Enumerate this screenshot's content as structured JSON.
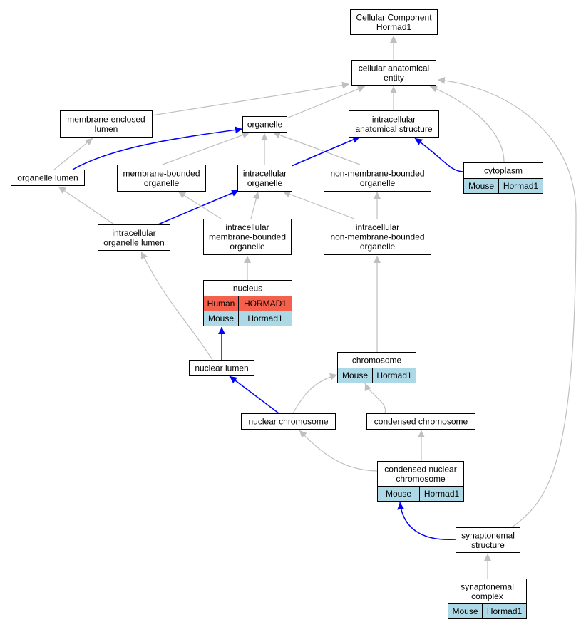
{
  "colors": {
    "gray_edge": "#bfbfbf",
    "blue_edge": "#0000ff",
    "human_fill": "#f4604c",
    "mouse_fill": "#add8e6",
    "node_fill": "#ffffff",
    "node_stroke": "#000000"
  },
  "nodes": {
    "cellular_component_hormad1": {
      "lines": [
        "Cellular Component",
        "Hormad1"
      ]
    },
    "cellular_anatomical_entity": {
      "lines": [
        "cellular anatomical",
        "entity"
      ]
    },
    "membrane_enclosed_lumen": {
      "lines": [
        "membrane-enclosed",
        "lumen"
      ]
    },
    "organelle": {
      "lines": [
        "organelle"
      ]
    },
    "intracellular_anatomical_structure": {
      "lines": [
        "intracellular",
        "anatomical structure"
      ]
    },
    "organelle_lumen": {
      "lines": [
        "organelle lumen"
      ]
    },
    "membrane_bounded_organelle": {
      "lines": [
        "membrane-bounded",
        "organelle"
      ]
    },
    "intracellular_organelle": {
      "lines": [
        "intracellular",
        "organelle"
      ]
    },
    "non_membrane_bounded_organelle": {
      "lines": [
        "non-membrane-bounded",
        "organelle"
      ]
    },
    "cytoplasm": {
      "lines": [
        "cytoplasm"
      ],
      "rows": [
        [
          "Mouse",
          "Hormad1"
        ]
      ]
    },
    "intracellular_organelle_lumen": {
      "lines": [
        "intracellular",
        "organelle lumen"
      ]
    },
    "intracellular_membrane_bounded_organelle": {
      "lines": [
        "intracellular",
        "membrane-bounded",
        "organelle"
      ]
    },
    "intracellular_non_membrane_bounded_organelle": {
      "lines": [
        "intracellular",
        "non-membrane-bounded",
        "organelle"
      ]
    },
    "nucleus": {
      "lines": [
        "nucleus"
      ],
      "rows": [
        [
          "Human",
          "HORMAD1"
        ],
        [
          "Mouse",
          "Hormad1"
        ]
      ]
    },
    "nuclear_lumen": {
      "lines": [
        "nuclear lumen"
      ]
    },
    "chromosome": {
      "lines": [
        "chromosome"
      ],
      "rows": [
        [
          "Mouse",
          "Hormad1"
        ]
      ]
    },
    "condensed_chromosome": {
      "lines": [
        "condensed chromosome"
      ]
    },
    "nuclear_chromosome": {
      "lines": [
        "nuclear chromosome"
      ]
    },
    "condensed_nuclear_chromosome": {
      "lines": [
        "condensed nuclear",
        "chromosome"
      ],
      "rows": [
        [
          "Mouse",
          "Hormad1"
        ]
      ]
    },
    "synaptonemal_structure": {
      "lines": [
        "synaptonemal",
        "structure"
      ]
    },
    "synaptonemal_complex": {
      "lines": [
        "synaptonemal",
        "complex"
      ],
      "rows": [
        [
          "Mouse",
          "Hormad1"
        ]
      ]
    }
  },
  "edges": [
    {
      "from": "cellular_anatomical_entity",
      "to": "cellular_component_hormad1",
      "type": "gray"
    },
    {
      "from": "membrane_enclosed_lumen",
      "to": "cellular_anatomical_entity",
      "type": "gray"
    },
    {
      "from": "organelle",
      "to": "cellular_anatomical_entity",
      "type": "gray"
    },
    {
      "from": "intracellular_anatomical_structure",
      "to": "cellular_anatomical_entity",
      "type": "gray"
    },
    {
      "from": "cytoplasm",
      "to": "cellular_anatomical_entity",
      "type": "gray"
    },
    {
      "from": "synaptonemal_structure",
      "to": "cellular_anatomical_entity",
      "type": "gray"
    },
    {
      "from": "organelle_lumen",
      "to": "membrane_enclosed_lumen",
      "type": "gray"
    },
    {
      "from": "organelle_lumen",
      "to": "organelle",
      "type": "blue"
    },
    {
      "from": "membrane_bounded_organelle",
      "to": "organelle",
      "type": "gray"
    },
    {
      "from": "intracellular_organelle",
      "to": "organelle",
      "type": "gray"
    },
    {
      "from": "non_membrane_bounded_organelle",
      "to": "organelle",
      "type": "gray"
    },
    {
      "from": "intracellular_organelle",
      "to": "intracellular_anatomical_structure",
      "type": "blue"
    },
    {
      "from": "cytoplasm",
      "to": "intracellular_anatomical_structure",
      "type": "blue"
    },
    {
      "from": "intracellular_organelle_lumen",
      "to": "organelle_lumen",
      "type": "gray"
    },
    {
      "from": "intracellular_organelle_lumen",
      "to": "intracellular_organelle",
      "type": "blue"
    },
    {
      "from": "intracellular_membrane_bounded_organelle",
      "to": "membrane_bounded_organelle",
      "type": "gray"
    },
    {
      "from": "intracellular_membrane_bounded_organelle",
      "to": "intracellular_organelle",
      "type": "gray"
    },
    {
      "from": "intracellular_non_membrane_bounded_organelle",
      "to": "intracellular_organelle",
      "type": "gray"
    },
    {
      "from": "intracellular_non_membrane_bounded_organelle",
      "to": "non_membrane_bounded_organelle",
      "type": "gray"
    },
    {
      "from": "nucleus",
      "to": "intracellular_membrane_bounded_organelle",
      "type": "gray"
    },
    {
      "from": "nuclear_lumen",
      "to": "intracellular_organelle_lumen",
      "type": "gray"
    },
    {
      "from": "nuclear_lumen",
      "to": "nucleus",
      "type": "blue"
    },
    {
      "from": "chromosome",
      "to": "intracellular_non_membrane_bounded_organelle",
      "type": "gray"
    },
    {
      "from": "nuclear_chromosome",
      "to": "nuclear_lumen",
      "type": "blue"
    },
    {
      "from": "nuclear_chromosome",
      "to": "chromosome",
      "type": "gray"
    },
    {
      "from": "condensed_chromosome",
      "to": "chromosome",
      "type": "gray"
    },
    {
      "from": "condensed_nuclear_chromosome",
      "to": "nuclear_chromosome",
      "type": "gray"
    },
    {
      "from": "condensed_nuclear_chromosome",
      "to": "condensed_chromosome",
      "type": "gray"
    },
    {
      "from": "synaptonemal_structure",
      "to": "condensed_nuclear_chromosome",
      "type": "blue"
    },
    {
      "from": "synaptonemal_complex",
      "to": "synaptonemal_structure",
      "type": "gray"
    }
  ]
}
